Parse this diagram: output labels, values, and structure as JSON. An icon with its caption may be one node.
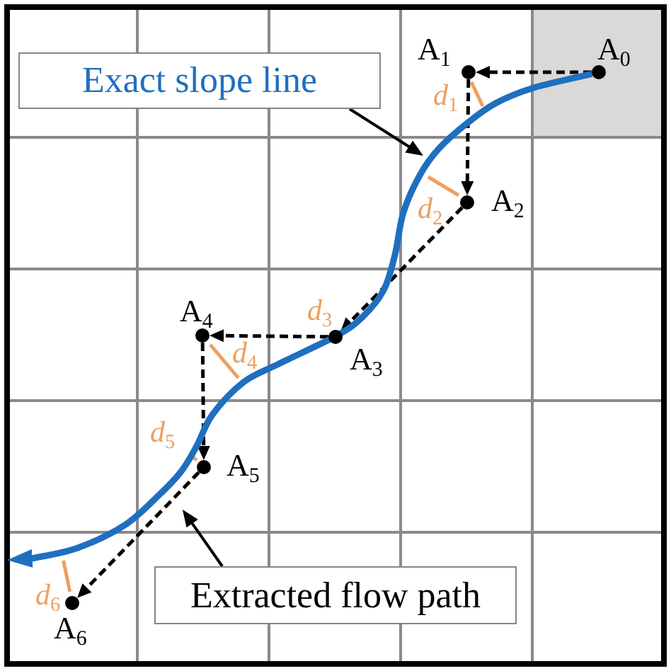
{
  "diagram": {
    "nodes": [
      {
        "text": [
          "Exact slope line"
        ]
      },
      {
        "text": [],
        "shape": "circle",
        "beside": [
          "A$_{0}$"
        ]
      },
      {
        "text": [],
        "shape": "circle",
        "beside": [
          "A$_{1}$"
        ]
      },
      {
        "text": [],
        "shape": "circle",
        "beside": [
          "A$_{2}$"
        ]
      },
      {
        "text": [],
        "shape": "circle",
        "beside": [
          "A$_{3}$"
        ]
      },
      {
        "text": [],
        "shape": "circle",
        "beside": [
          "A$_{4}$"
        ]
      },
      {
        "text": [],
        "shape": "circle",
        "beside": [
          "A$_{5}$"
        ]
      },
      {
        "text": [],
        "shape": "circle",
        "beside": [
          "A$_{6}$"
        ]
      },
      {
        "text": [
          "Extracted flow path"
        ]
      }
    ],
    "edges": [
      {
        "from": 1,
        "to": 2,
        "arrow": "to",
        "style": "dashed"
      },
      {
        "from": 2,
        "to": 3,
        "arrow": "to",
        "style": "dashed"
      },
      {
        "from": 3,
        "to": 4,
        "arrow": "to",
        "style": "dashed"
      },
      {
        "from": 4,
        "to": 5,
        "arrow": "to",
        "style": "dashed"
      },
      {
        "from": 5,
        "to": 6,
        "arrow": "to",
        "style": "dashed"
      },
      {
        "from": 6,
        "to": 7,
        "arrow": "to",
        "style": "dashed"
      },
      {
        "from": 1,
        "to": null,
        "arrow": "to",
        "style": "thick",
        "color": "#1f6fc0"
      },
      {
        "from": 0,
        "to": null,
        "arrow": "to"
      },
      {
        "from": 8,
        "to": null,
        "arrow": "to"
      }
    ],
    "labels": [
      "*d*$_{1}$",
      "*d*$_{2}$",
      "*d*$_{3}$",
      "*d*$_{4}$",
      "*d*$_{5}$",
      "*d*$_{6}$"
    ]
  }
}
